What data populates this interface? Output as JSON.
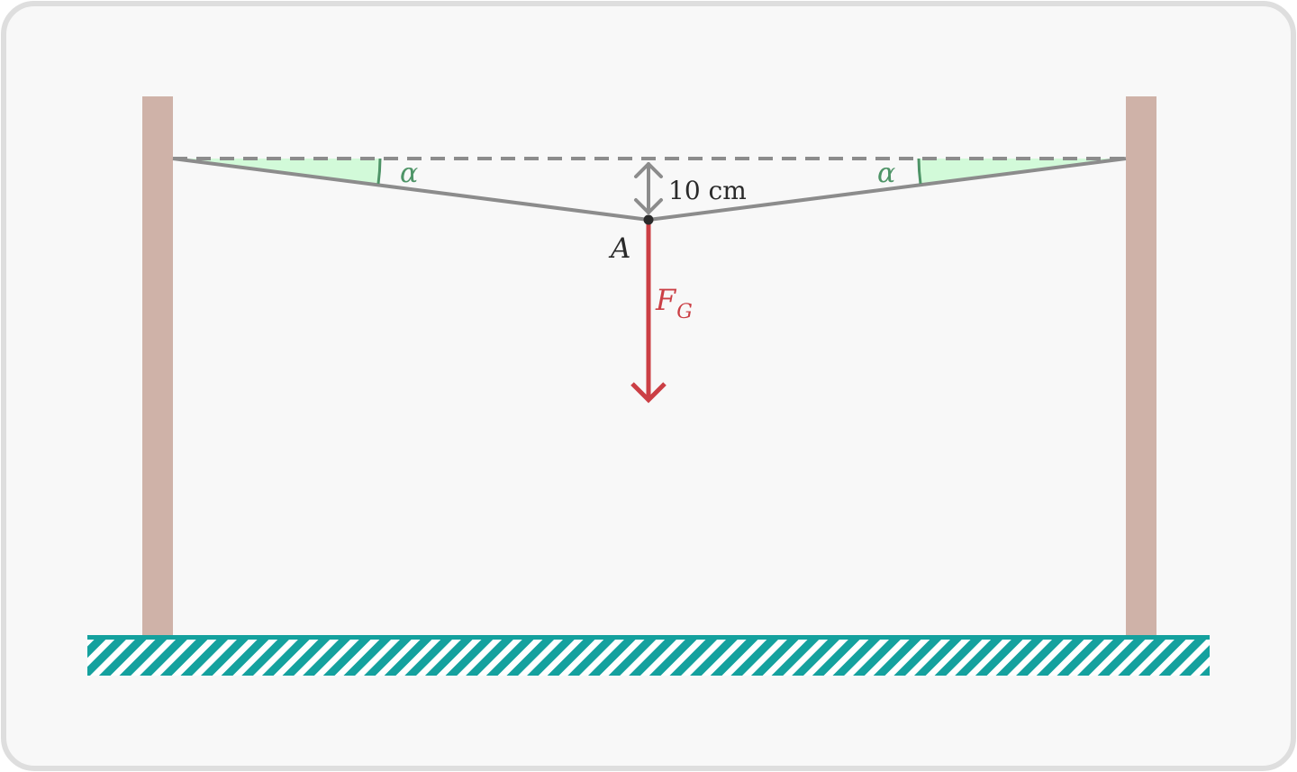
{
  "labels": {
    "angle_left": "α",
    "angle_right": "α",
    "sag": "10 cm",
    "point": "A",
    "force_main": "F",
    "force_sub": "G"
  },
  "colors": {
    "frame_border": "#dedede",
    "background": "#f8f8f8",
    "post": "#cfb2a8",
    "ground": "#14a19e",
    "rope": "#8c8c8c",
    "dashed_line": "#8c8c8c",
    "angle": "#4e9467",
    "angle_fill": "#d2fad9",
    "force": "#cb3f45",
    "text": "#2a2a2a"
  }
}
